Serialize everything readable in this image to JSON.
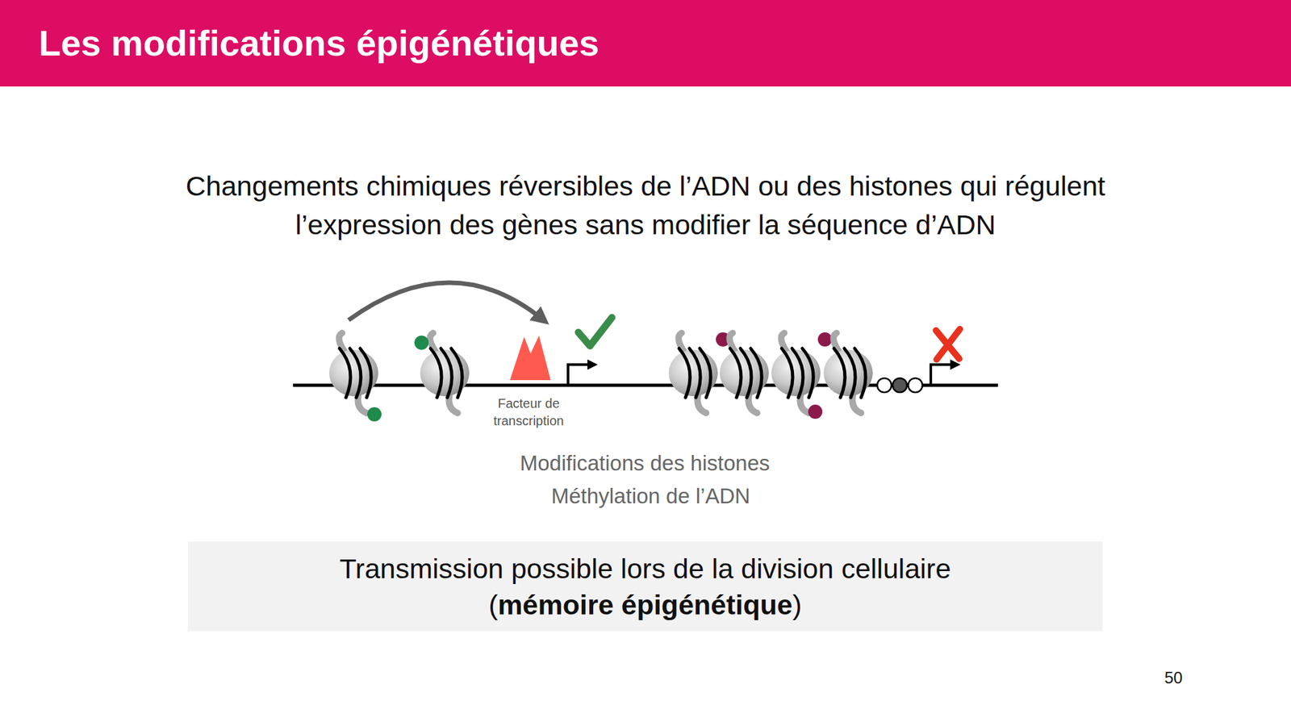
{
  "diagram": {
    "title": "Les modifications épigénétiques",
    "nodes": [
      {
        "text": [
          "Transmission possible lors de la division cellulaire",
          "(mémoire épigénétique)"
        ]
      }
    ],
    "labels": [
      "Changements chimiques réversibles de l’ADN ou des histones qui régulent l’expression des gènes sans modifier la séquence d’ADN",
      "Facteur de transcription",
      "Modifications des histones",
      "Méthylation de l’ADN",
      "50"
    ]
  }
}
